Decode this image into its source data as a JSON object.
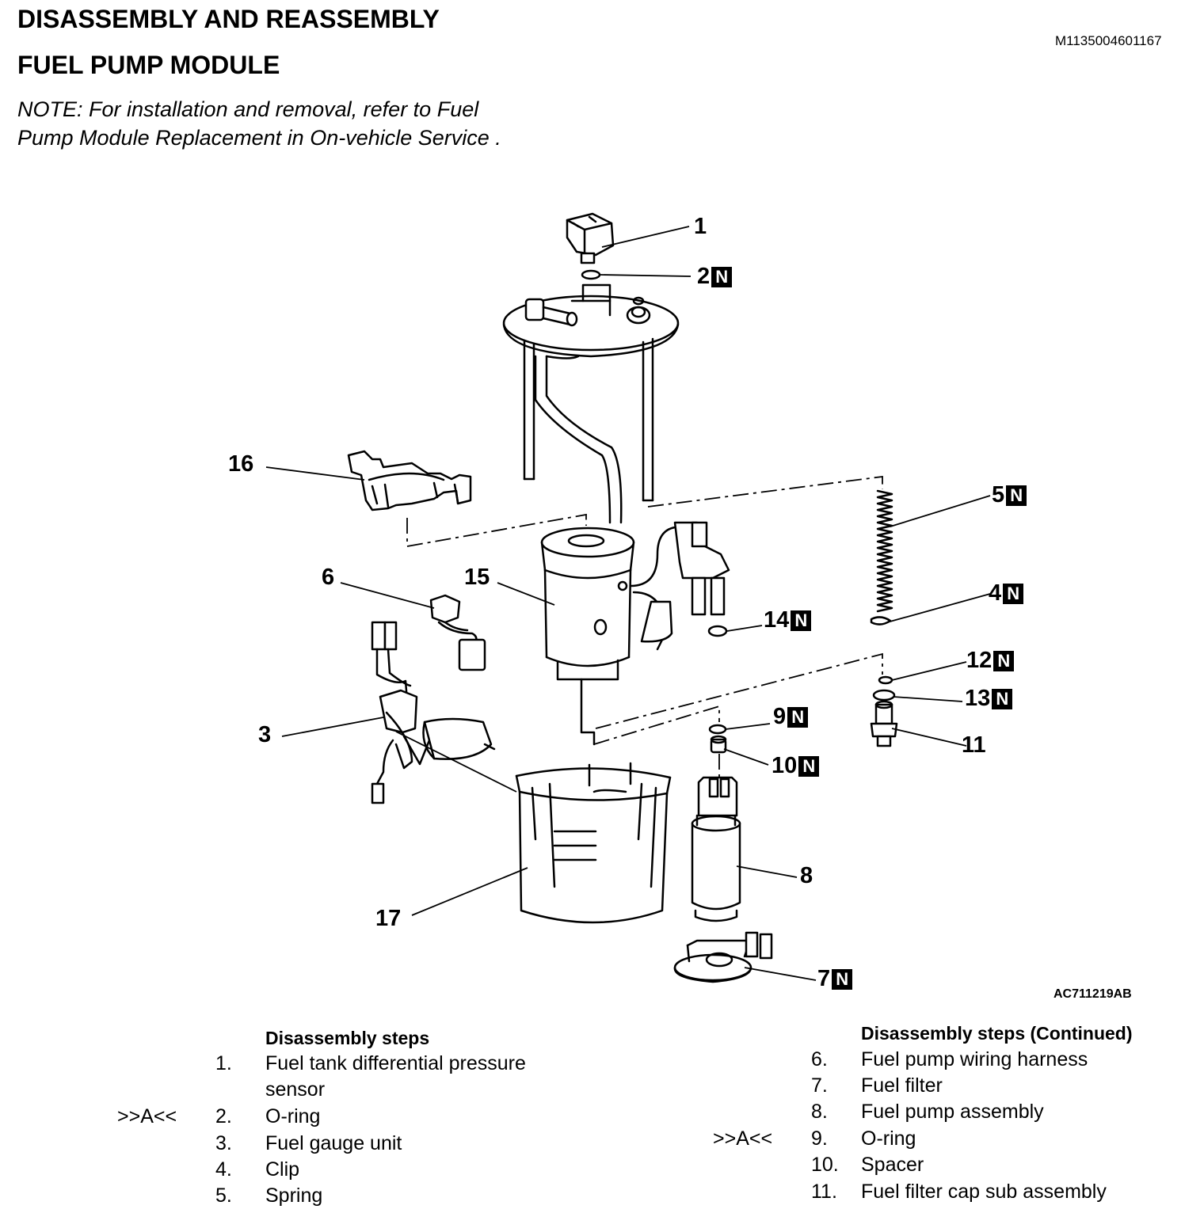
{
  "header": {
    "title": "DISASSEMBLY AND REASSEMBLY",
    "subtitle": "FUEL PUMP MODULE",
    "doc_id": "M1135004601167",
    "note_line1": "NOTE: For installation and removal, refer to Fuel",
    "note_line2": "Pump Module Replacement in On-vehicle Service ."
  },
  "figure": {
    "figure_id": "AC711219AB",
    "badge": "N",
    "callouts": {
      "c1": "1",
      "c2": "2",
      "c3": "3",
      "c4": "4",
      "c5": "5",
      "c6": "6",
      "c7": "7",
      "c8": "8",
      "c9": "9",
      "c10": "10",
      "c11": "11",
      "c12": "12",
      "c13": "13",
      "c14": "14",
      "c15": "15",
      "c16": "16",
      "c17": "17"
    }
  },
  "steps_left": {
    "title": "Disassembly steps",
    "items": [
      {
        "marker": "",
        "num": "1.",
        "label": "Fuel tank differential pressure",
        "label2": "sensor"
      },
      {
        "marker": ">>A<<",
        "num": "2.",
        "label": "O-ring"
      },
      {
        "marker": "",
        "num": "3.",
        "label": "Fuel gauge unit"
      },
      {
        "marker": "",
        "num": "4.",
        "label": "Clip"
      },
      {
        "marker": "",
        "num": "5.",
        "label": "Spring"
      }
    ]
  },
  "steps_right": {
    "title": "Disassembly steps (Continued)",
    "items": [
      {
        "marker": "",
        "num": "6.",
        "label": "Fuel pump wiring harness"
      },
      {
        "marker": "",
        "num": "7.",
        "label": "Fuel filter"
      },
      {
        "marker": "",
        "num": "8.",
        "label": "Fuel pump assembly"
      },
      {
        "marker": ">>A<<",
        "num": "9.",
        "label": "O-ring"
      },
      {
        "marker": "",
        "num": "10.",
        "label": "Spacer"
      },
      {
        "marker": "",
        "num": "11.",
        "label": "Fuel filter cap sub assembly"
      }
    ]
  }
}
